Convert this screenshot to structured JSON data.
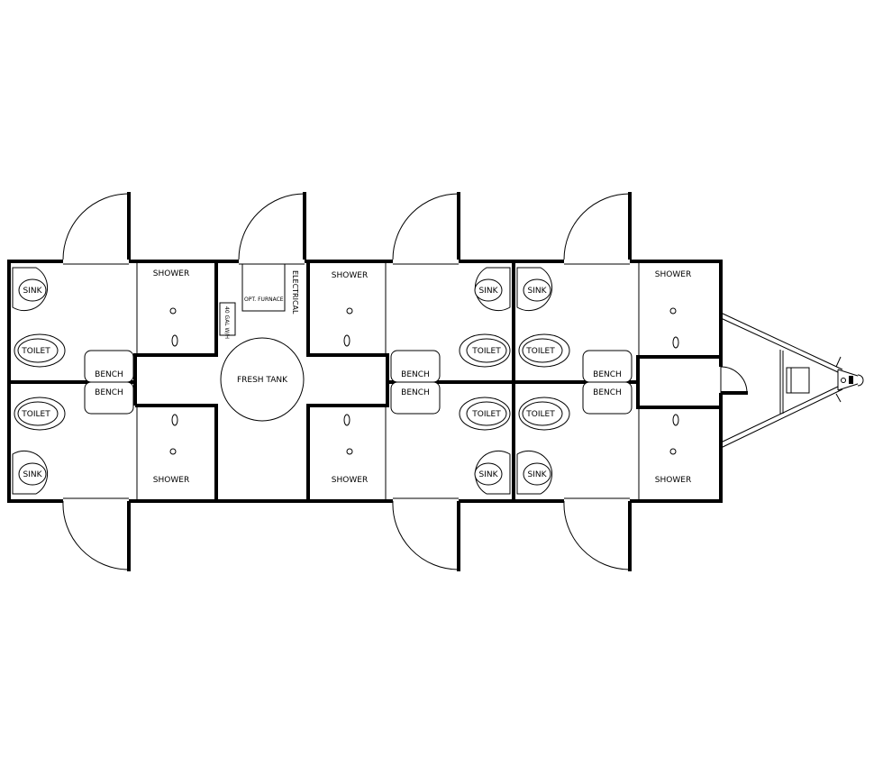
{
  "labels": {
    "sink": "SINK",
    "toilet": "TOILET",
    "shower": "SHOWER",
    "bench": "BENCH",
    "fresh_tank": "FRESH TANK",
    "furnace": "OPT. FURNACE",
    "electrical": "ELECTRICAL",
    "water_heater": "40 GAL W/H"
  }
}
